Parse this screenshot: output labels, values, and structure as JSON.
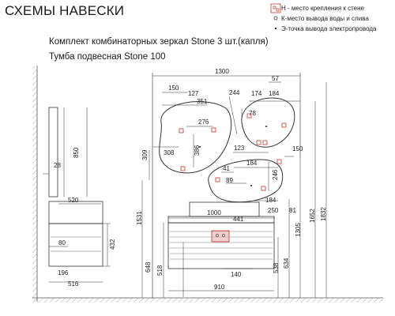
{
  "header": {
    "title": "СХЕМЫ НАВЕСКИ"
  },
  "subtitles": [
    "Комплект комбинаторных зеркал Stone 3 шт.(капля)",
    "Тумба подвесная Stone 100"
  ],
  "legend": [
    {
      "symbol": "mount-point-icon",
      "label": "Н - место крепления к стене"
    },
    {
      "symbol": "water-outlet-icon",
      "label": "К-место вывода воды и слива"
    },
    {
      "symbol": "electric-point-icon",
      "label": "Э-точка вывода электропровода"
    }
  ],
  "colors": {
    "line": "#3a3a3a",
    "marker": "#c0392b",
    "outlet": "#e6a8a8"
  },
  "dimensions": {
    "overall_width": "1300",
    "d57": "57",
    "d150a": "150",
    "d127": "127",
    "d351": "351",
    "d244": "244",
    "d174": "174",
    "d184a": "184",
    "d276": "276",
    "d78": "78",
    "d309": "309",
    "d308": "308",
    "d386": "386",
    "d123": "123",
    "d150b": "150",
    "d184b": "184",
    "d41": "41",
    "d89": "89",
    "d246": "246",
    "d184c": "184",
    "d250": "250",
    "d81": "81",
    "d1000": "1000",
    "d441": "441",
    "d140": "140",
    "d910": "910",
    "d648": "648",
    "d518a": "518",
    "d538": "538",
    "d634": "634",
    "d1305": "1305",
    "d1652": "1652",
    "d1832": "1832",
    "d1531": "1531",
    "side_850": "850",
    "side_28": "28",
    "side_520": "520",
    "side_80": "80",
    "side_432": "432",
    "side_196": "196",
    "side_516": "516"
  }
}
